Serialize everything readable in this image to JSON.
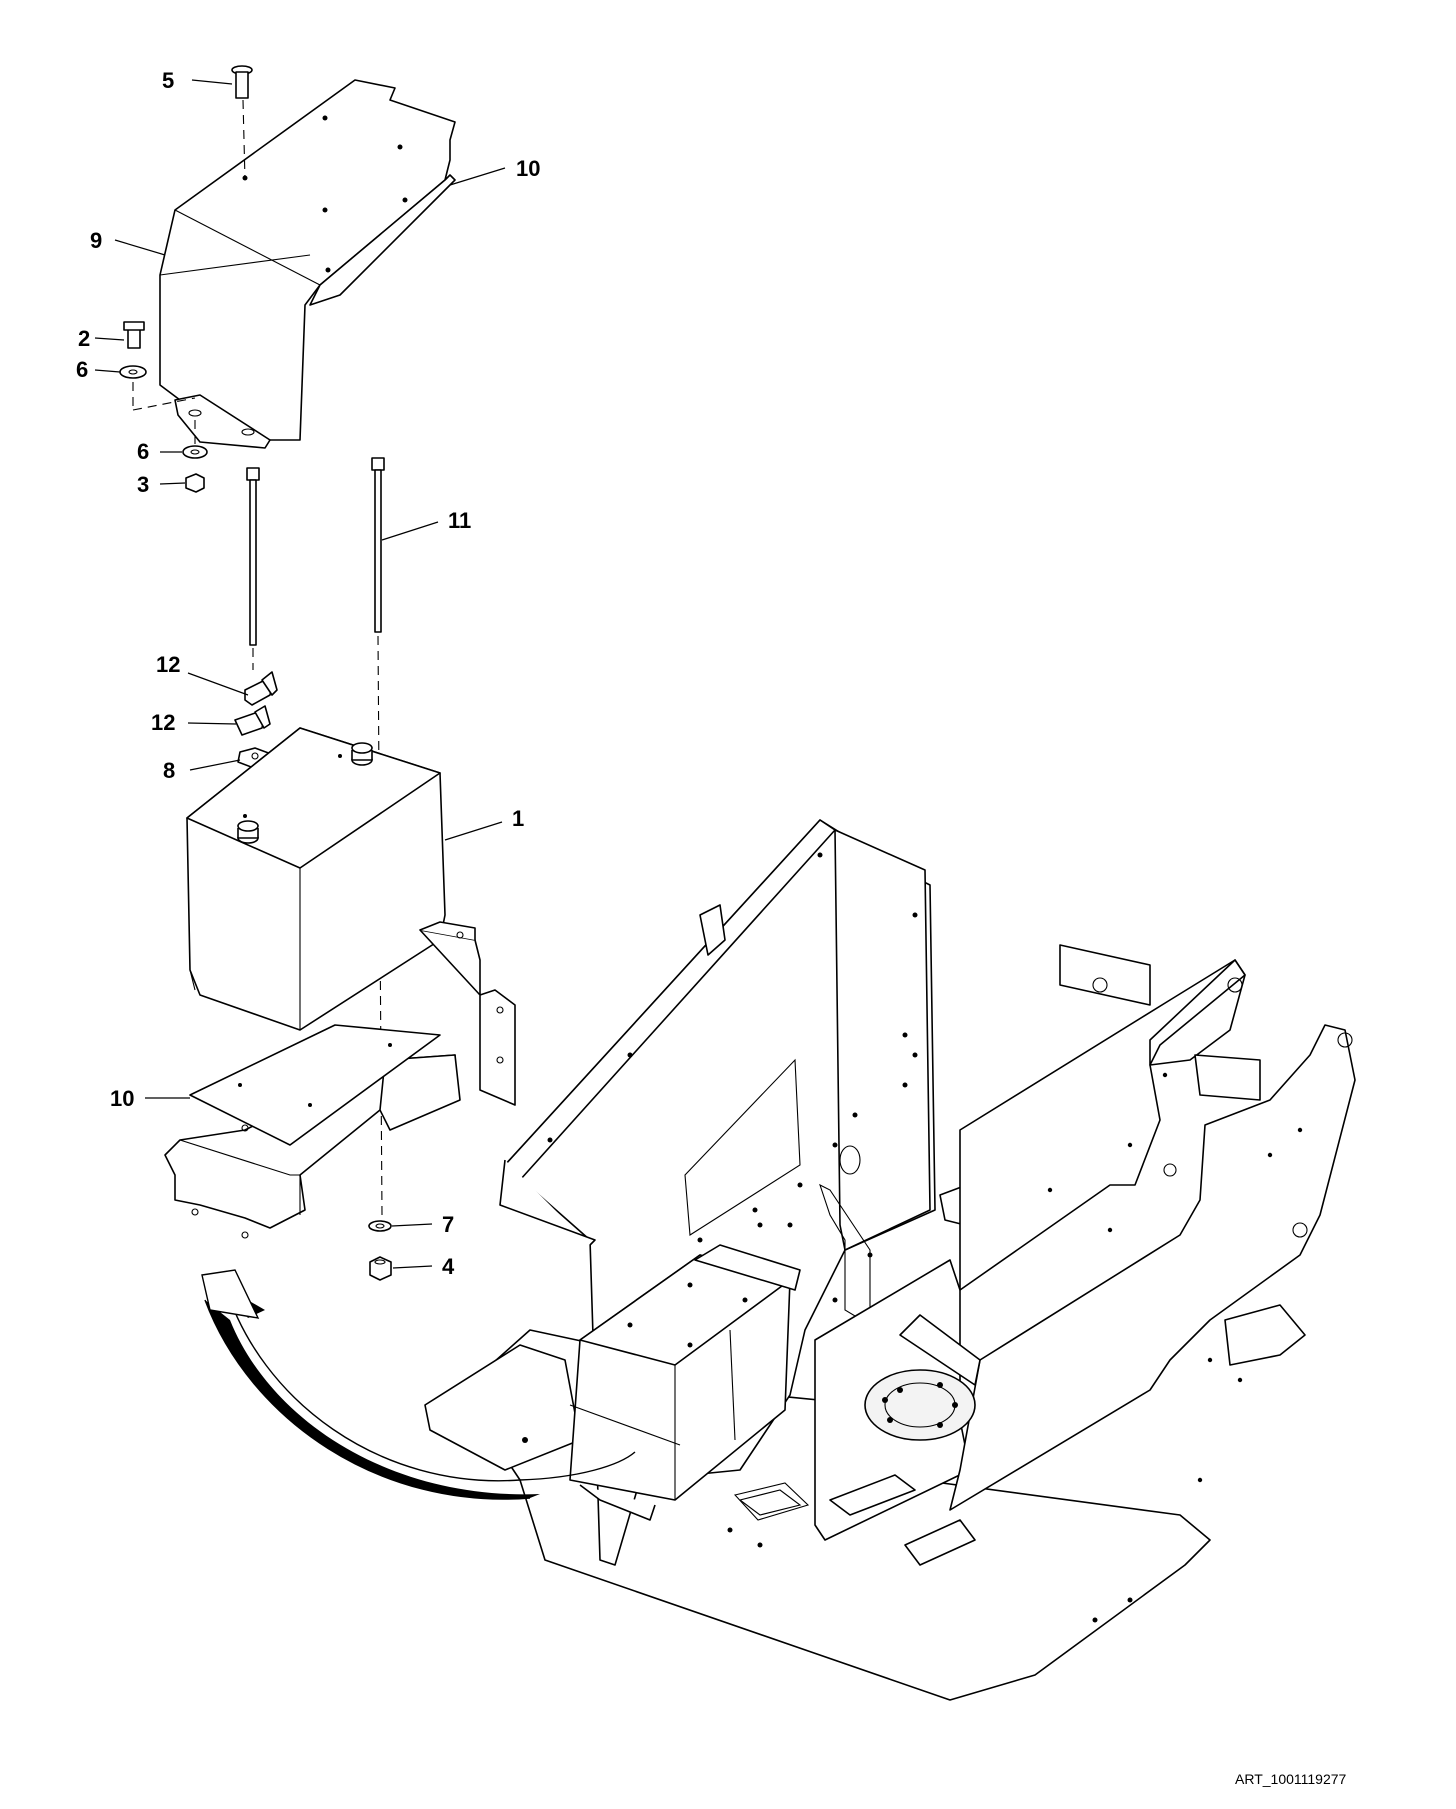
{
  "callouts": {
    "c5": "5",
    "c10_top": "10",
    "c9": "9",
    "c2": "2",
    "c6_left": "6",
    "c6_lower": "6",
    "c3": "3",
    "c11": "11",
    "c12_upper": "12",
    "c12_lower": "12",
    "c8": "8",
    "c1": "1",
    "c10_bottom": "10",
    "c7": "7",
    "c4": "4"
  },
  "art_number": "ART_1001119277"
}
